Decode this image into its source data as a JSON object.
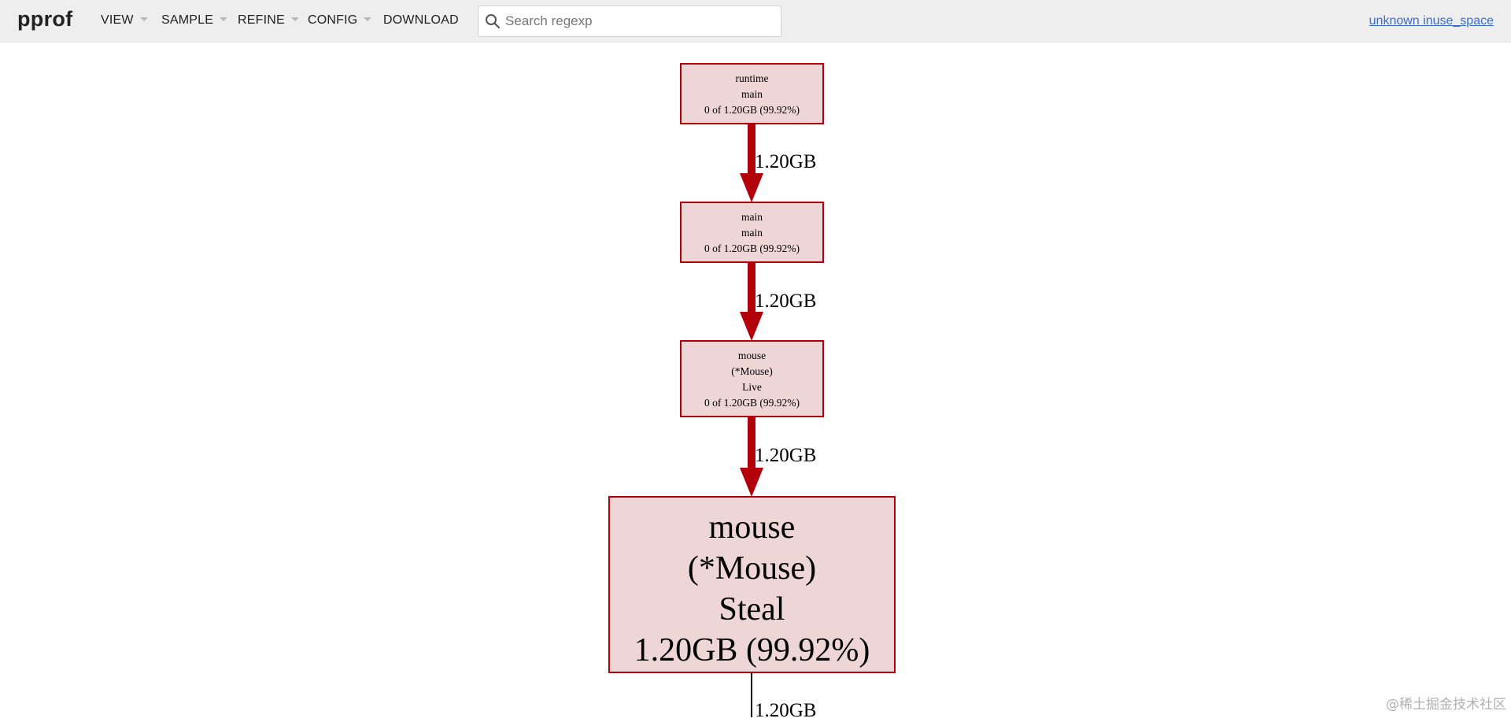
{
  "app": {
    "logo": "pprof"
  },
  "menu": {
    "view": "VIEW",
    "sample": "SAMPLE",
    "refine": "REFINE",
    "config": "CONFIG",
    "download": "DOWNLOAD"
  },
  "search": {
    "placeholder": "Search regexp",
    "value": ""
  },
  "profile": {
    "label": "unknown inuse_space"
  },
  "graph": {
    "nodes": [
      {
        "lines": [
          "runtime",
          "main",
          "0 of 1.20GB (99.92%)"
        ]
      },
      {
        "lines": [
          "main",
          "main",
          "0 of 1.20GB (99.92%)"
        ]
      },
      {
        "lines": [
          "mouse",
          "(*Mouse)",
          "Live",
          "0 of 1.20GB (99.92%)"
        ]
      },
      {
        "lines": [
          "mouse",
          "(*Mouse)",
          "Steal",
          "1.20GB (99.92%)"
        ]
      }
    ],
    "edges": [
      {
        "label": "1.20GB"
      },
      {
        "label": "1.20GB"
      },
      {
        "label": "1.20GB"
      },
      {
        "label": "1.20GB"
      }
    ],
    "edge_color": "#b2000a",
    "node_fill": "#edd6d5"
  },
  "watermark": "@稀土掘金技术社区"
}
